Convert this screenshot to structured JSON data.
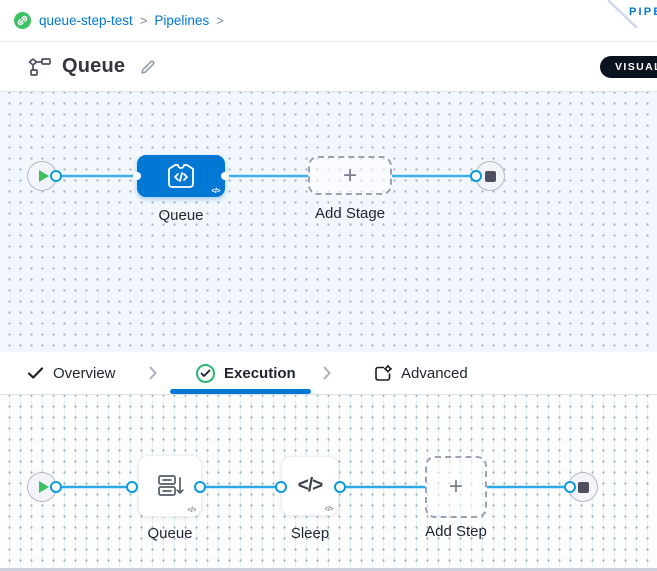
{
  "breadcrumb": {
    "separator": ">",
    "items": [
      {
        "label": "queue-step-test",
        "icon": "harness-project-icon"
      },
      {
        "label": "Pipelines"
      }
    ]
  },
  "ribbon": {
    "label": "PIPELINE STUDIO"
  },
  "header": {
    "title": "Queue",
    "title_icon": "pipeline-icon",
    "view_toggle": "VISUAL"
  },
  "glyphs": {
    "plus": "+",
    "code": "</>"
  },
  "stage_canvas": {
    "start_node": "play",
    "end_node": "stop",
    "stage": {
      "label": "Queue",
      "type": "custom-stage",
      "color": "#0278d5"
    },
    "add": {
      "label": "Add Stage"
    }
  },
  "tabs": [
    {
      "label": "Overview",
      "icon": "check-icon",
      "active": false
    },
    {
      "label": "Execution",
      "icon": "check-circle-icon",
      "active": true
    },
    {
      "label": "Advanced",
      "icon": "advanced-gear-icon",
      "active": false
    }
  ],
  "step_canvas": {
    "start_node": "play",
    "end_node": "stop",
    "steps": [
      {
        "label": "Queue",
        "icon": "queue-step-icon"
      },
      {
        "label": "Sleep",
        "icon": "code-step-icon"
      }
    ],
    "add": {
      "label": "Add Step"
    }
  },
  "colors": {
    "accent_blue": "#0278d5",
    "connector_blue": "#3fb0e6",
    "port_ring_blue": "#0a9ae0",
    "success_green": "#2bb571",
    "play_green": "#3fbf5f",
    "stop_slate": "#4e5060",
    "canvas_top_bg": "#f1f7fc",
    "dark_pill": "#0b1320"
  }
}
